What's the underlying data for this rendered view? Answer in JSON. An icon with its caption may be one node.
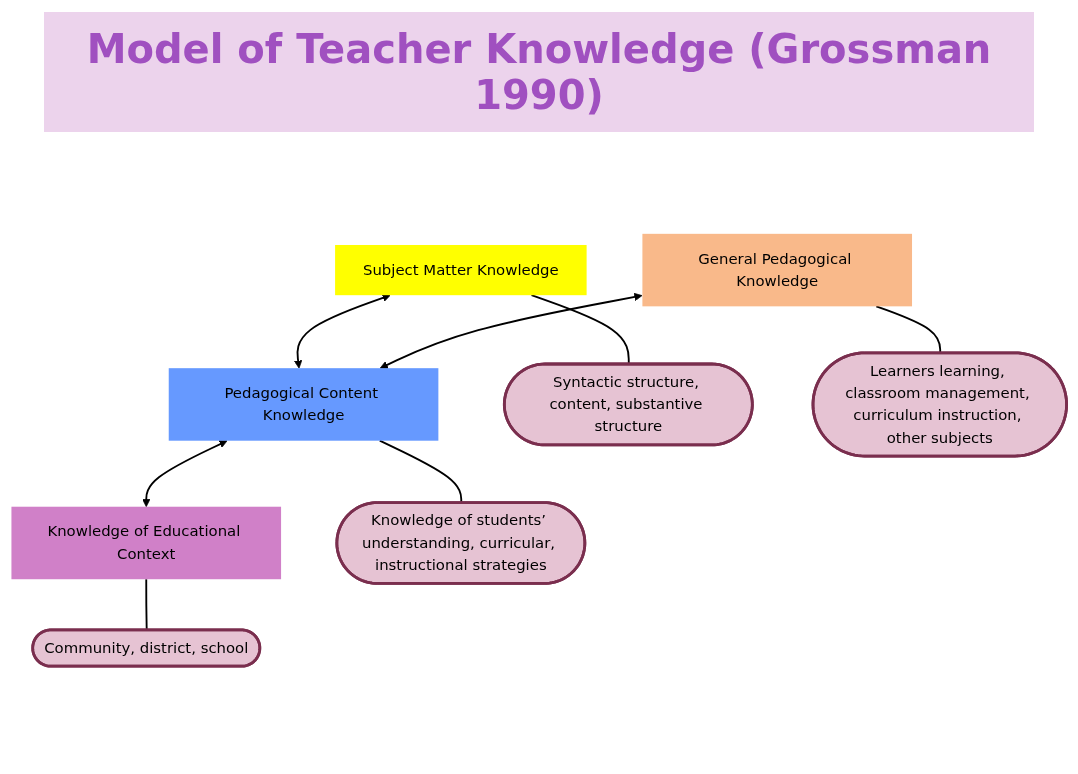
{
  "diagram": {
    "title": "Model of Teacher Knowledge (Grossman 1990)",
    "nodes": [
      {
        "text": [
          "Subject Matter Knowledge"
        ]
      },
      {
        "text": [
          "General Pedagogical Knowledge"
        ]
      },
      {
        "text": [
          "Pedagogical Content Knowledge"
        ]
      },
      {
        "text": [
          "Knowledge of Educational Context"
        ]
      },
      {
        "text": [
          "Syntactic structure, content, substantive structure"
        ]
      },
      {
        "text": [
          "Learners learning, classroom management, curriculum instruction, other subjects"
        ]
      },
      {
        "text": [
          "Knowledge of students’ understanding, curricular, instructional strategies"
        ]
      },
      {
        "text": [
          "Community, district, school"
        ]
      }
    ],
    "edges": [
      {
        "from": 0,
        "to": 2,
        "arrow": "both"
      },
      {
        "from": 1,
        "to": 2,
        "arrow": "both"
      },
      {
        "from": 2,
        "to": 3,
        "arrow": "both"
      },
      {
        "from": 0,
        "to": 4,
        "arrow": "none"
      },
      {
        "from": 1,
        "to": 5,
        "arrow": "none"
      },
      {
        "from": 2,
        "to": 6,
        "arrow": "none"
      },
      {
        "from": 3,
        "to": 7,
        "arrow": "none"
      }
    ]
  }
}
